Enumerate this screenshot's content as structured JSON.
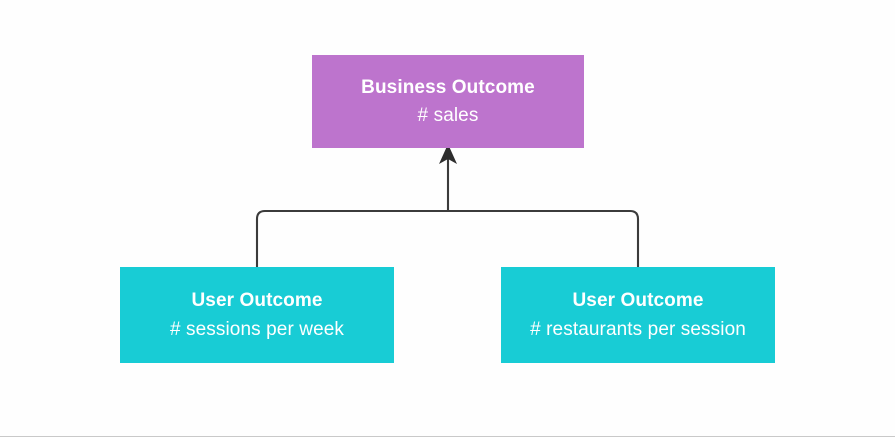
{
  "diagram": {
    "type": "outcome-tree",
    "background_color": "#fefefe",
    "connector_color": "#3b3b3b",
    "nodes": [
      {
        "id": "business-outcome",
        "role": "root",
        "title": "Business Outcome",
        "metric": "# sales",
        "color": "#bd74cd",
        "text_color": "#ffffff"
      },
      {
        "id": "user-outcome-sessions",
        "role": "child",
        "title": "User Outcome",
        "metric": "# sessions per week",
        "color": "#18ccd5",
        "text_color": "#ffffff"
      },
      {
        "id": "user-outcome-restaurants",
        "role": "child",
        "title": "User Outcome",
        "metric": "# restaurants per session",
        "color": "#18ccd5",
        "text_color": "#ffffff"
      }
    ],
    "connectors": [
      {
        "id": "children-to-business-outcome",
        "from": [
          "user-outcome-sessions",
          "user-outcome-restaurants"
        ],
        "to": "business-outcome",
        "arrow_head": "up",
        "style": "orthogonal-rounded"
      }
    ]
  }
}
